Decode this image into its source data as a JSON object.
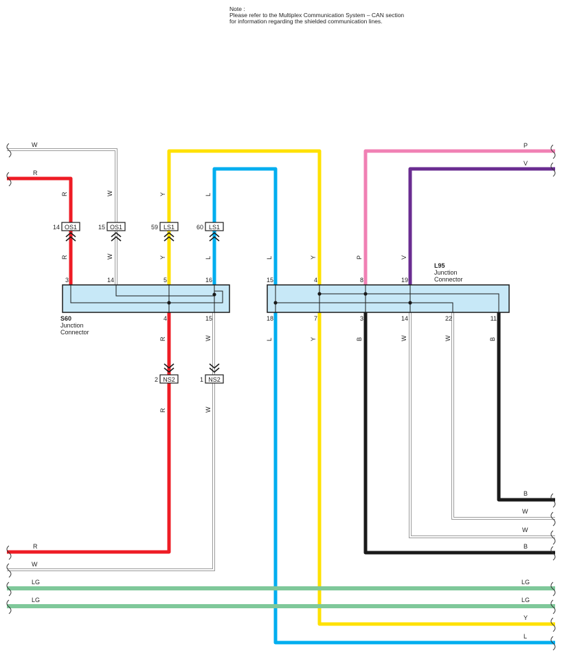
{
  "note": {
    "heading": "Note :",
    "line1": "Please refer to the Multiplex Communication System – CAN section",
    "line2": "for information regarding the shielded communication lines."
  },
  "connectors": {
    "s60": {
      "code": "S60",
      "name1": "Junction",
      "name2": "Connector"
    },
    "l95": {
      "code": "L95",
      "name1": "Junction",
      "name2": "Connector"
    },
    "os1": "OS1",
    "ls1": "LS1",
    "ns2": "NS2"
  },
  "pins": {
    "os1_a": "14",
    "os1_b": "15",
    "ls1_a": "59",
    "ls1_b": "60",
    "ns2_a": "2",
    "ns2_b": "1",
    "s60_top": [
      "3",
      "14",
      "5",
      "16"
    ],
    "s60_bottom": [
      "4",
      "15"
    ],
    "l95_top": [
      "15",
      "4",
      "8",
      "19"
    ],
    "l95_bottom": [
      "18",
      "7",
      "3",
      "14",
      "22",
      "11"
    ]
  },
  "wire_colors": {
    "R": "#ee1c25",
    "W": "#ffffff",
    "Y": "#ffe100",
    "L": "#00aeef",
    "P": "#f080b4",
    "V": "#6a2c91",
    "B": "#1a1a1a",
    "LG": "#7fc89a"
  },
  "wire_labels": {
    "R": "R",
    "W": "W",
    "Y": "Y",
    "L": "L",
    "P": "P",
    "V": "V",
    "B": "B",
    "LG": "LG"
  }
}
